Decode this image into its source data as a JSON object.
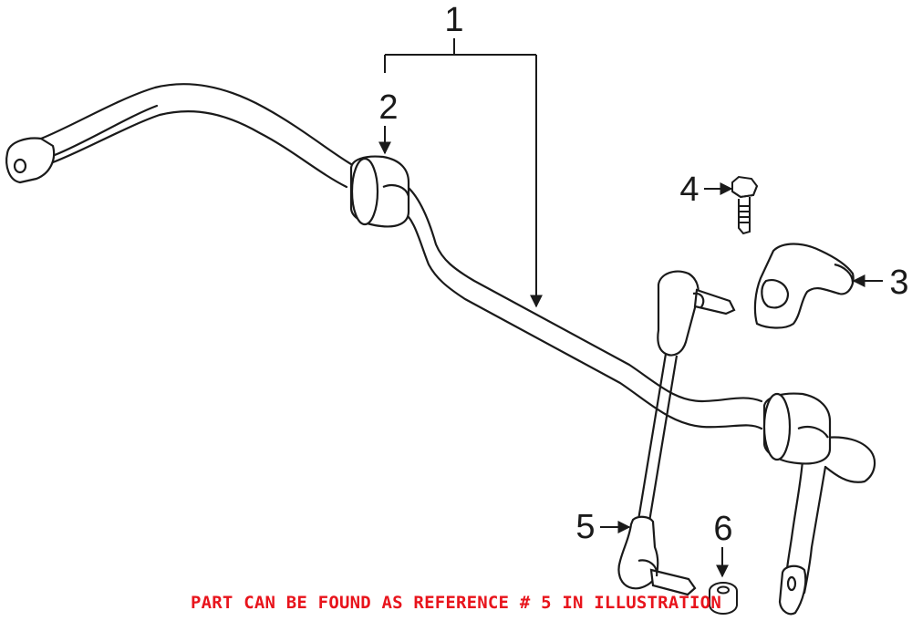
{
  "callouts": {
    "c1": "1",
    "c2": "2",
    "c3": "3",
    "c4": "4",
    "c5": "5",
    "c6": "6"
  },
  "notice": {
    "text": "PART CAN BE FOUND AS REFERENCE # 5 IN ILLUSTRATION",
    "color": "#e8141c"
  },
  "colors": {
    "line": "#1a1a1a",
    "background": "#ffffff"
  }
}
